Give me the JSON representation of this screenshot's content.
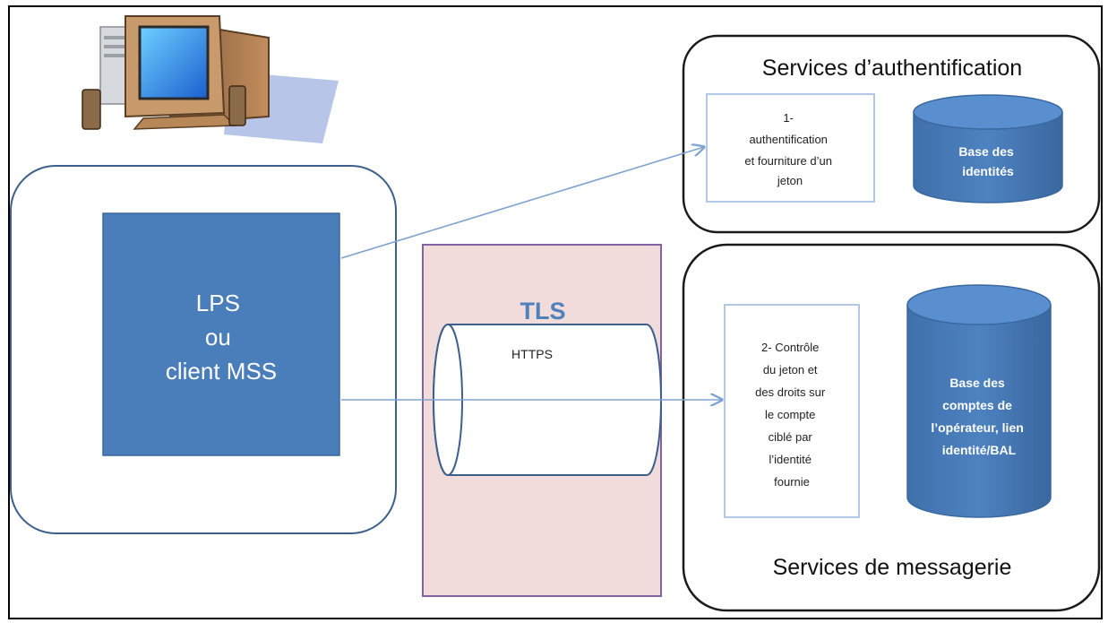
{
  "client": {
    "label_lines": [
      "LPS",
      "ou",
      "client MSS"
    ]
  },
  "tunnel": {
    "title": "TLS",
    "label": "HTTPS"
  },
  "auth_services": {
    "title": "Services d’authentification",
    "step_lines": [
      "1-",
      "authentification",
      "et fourniture d’un",
      "jeton"
    ],
    "database_lines": [
      "Base des",
      "identités"
    ]
  },
  "messaging_services": {
    "title": "Services de messagerie",
    "step_lines": [
      "2- Contrôle",
      "du jeton et",
      "des droits sur",
      "le compte",
      "ciblé par",
      "l’identité",
      "fournie"
    ],
    "database_lines": [
      "Base des",
      "comptes de",
      "l’opérateur, lien",
      "identité/BAL"
    ]
  },
  "colors": {
    "box_blue": "#4a7ebb",
    "box_border": "#3a689f",
    "rounded_border_auth": "#1a1a1a",
    "rounded_border_client": "#3d5f8c",
    "tls_fill": "#f2dcdb",
    "tls_border": "#8064a2",
    "tls_title": "#4f81bd",
    "arrow": "#7fa3d0",
    "step_border": "#b3c8e6"
  },
  "icons": [
    "desktop-computer-icon"
  ]
}
